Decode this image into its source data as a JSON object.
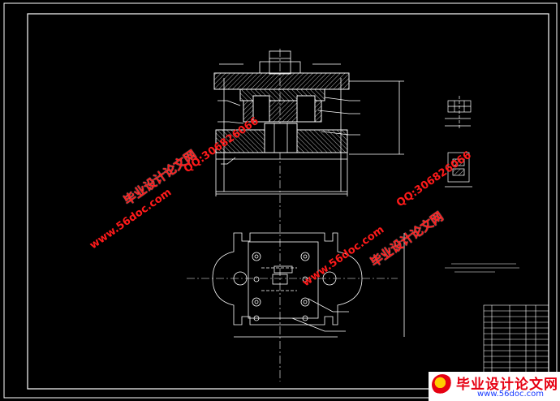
{
  "watermark": {
    "site_cn": "毕业设计论文网",
    "qq": "QQ:306826066",
    "url": "www.56doc.com"
  },
  "footer": {
    "brand": "毕业设计论文网",
    "site": "www.56doc.com"
  },
  "colors": {
    "background": "#000000",
    "frame": "#ffffff",
    "drawing": "#ffffff",
    "hatch": "#ffffff",
    "centerline": "#ffffff",
    "watermark": "#ff1a1a"
  }
}
